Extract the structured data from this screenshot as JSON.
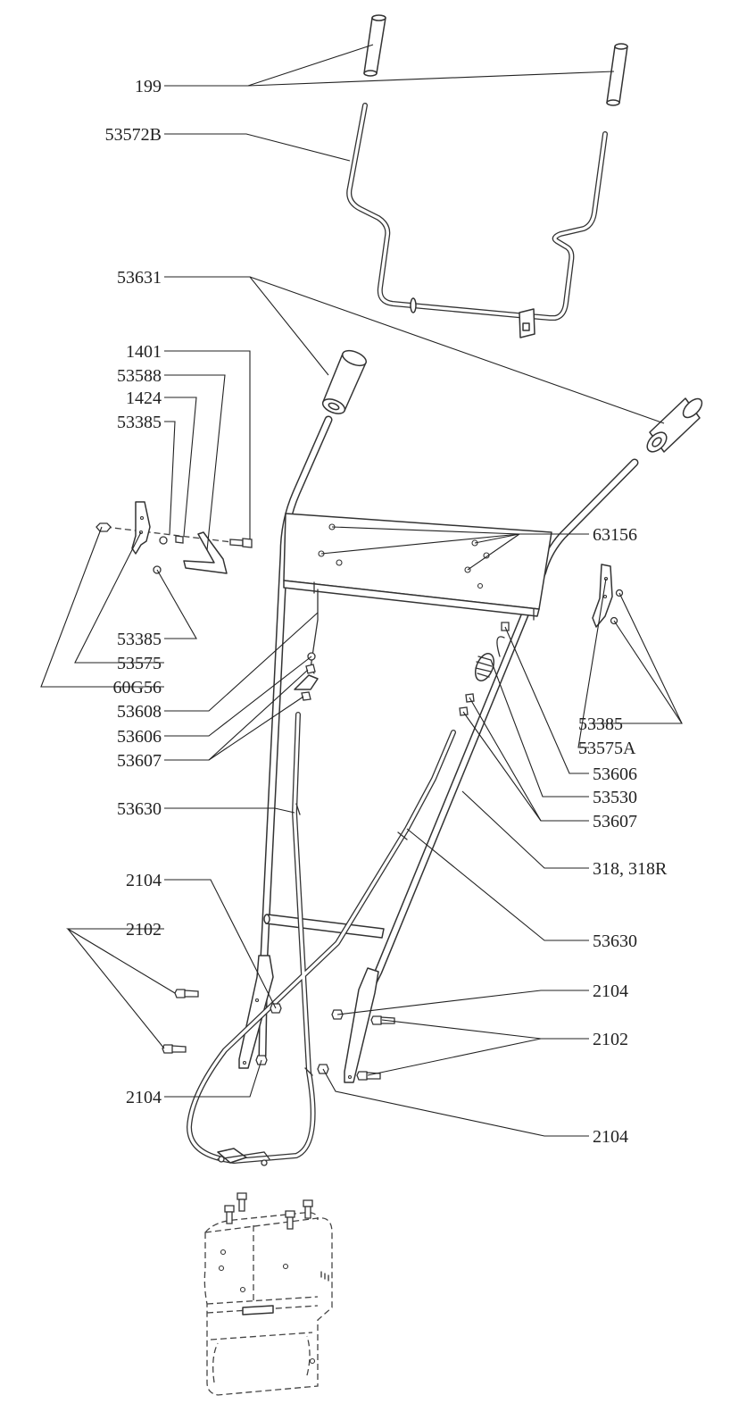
{
  "callouts": [
    {
      "id": "c199",
      "text": "199"
    },
    {
      "id": "c53572b",
      "text": "53572B"
    },
    {
      "id": "c53631",
      "text": "53631"
    },
    {
      "id": "c1401",
      "text": "1401"
    },
    {
      "id": "c53588",
      "text": "53588"
    },
    {
      "id": "c1424",
      "text": "1424"
    },
    {
      "id": "c53385a",
      "text": "53385"
    },
    {
      "id": "c63156",
      "text": "63156"
    },
    {
      "id": "c53385b",
      "text": "53385"
    },
    {
      "id": "c53575",
      "text": "53575"
    },
    {
      "id": "c60g56",
      "text": "60G56"
    },
    {
      "id": "c53608",
      "text": "53608"
    },
    {
      "id": "c53606a",
      "text": "53606"
    },
    {
      "id": "c53607a",
      "text": "53607"
    },
    {
      "id": "c53385c",
      "text": "53385"
    },
    {
      "id": "c53575a",
      "text": "53575A"
    },
    {
      "id": "c53606b",
      "text": "53606"
    },
    {
      "id": "c53530",
      "text": "53530"
    },
    {
      "id": "c53607b",
      "text": "53607"
    },
    {
      "id": "c53630a",
      "text": "53630"
    },
    {
      "id": "c318",
      "text": "318, 318R"
    },
    {
      "id": "c2104a",
      "text": "2104"
    },
    {
      "id": "c53630b",
      "text": "53630"
    },
    {
      "id": "c2102a",
      "text": "2102"
    },
    {
      "id": "c2104b",
      "text": "2104"
    },
    {
      "id": "c2102b",
      "text": "2102"
    },
    {
      "id": "c2104c",
      "text": "2104"
    },
    {
      "id": "c2104d",
      "text": "2104"
    }
  ]
}
